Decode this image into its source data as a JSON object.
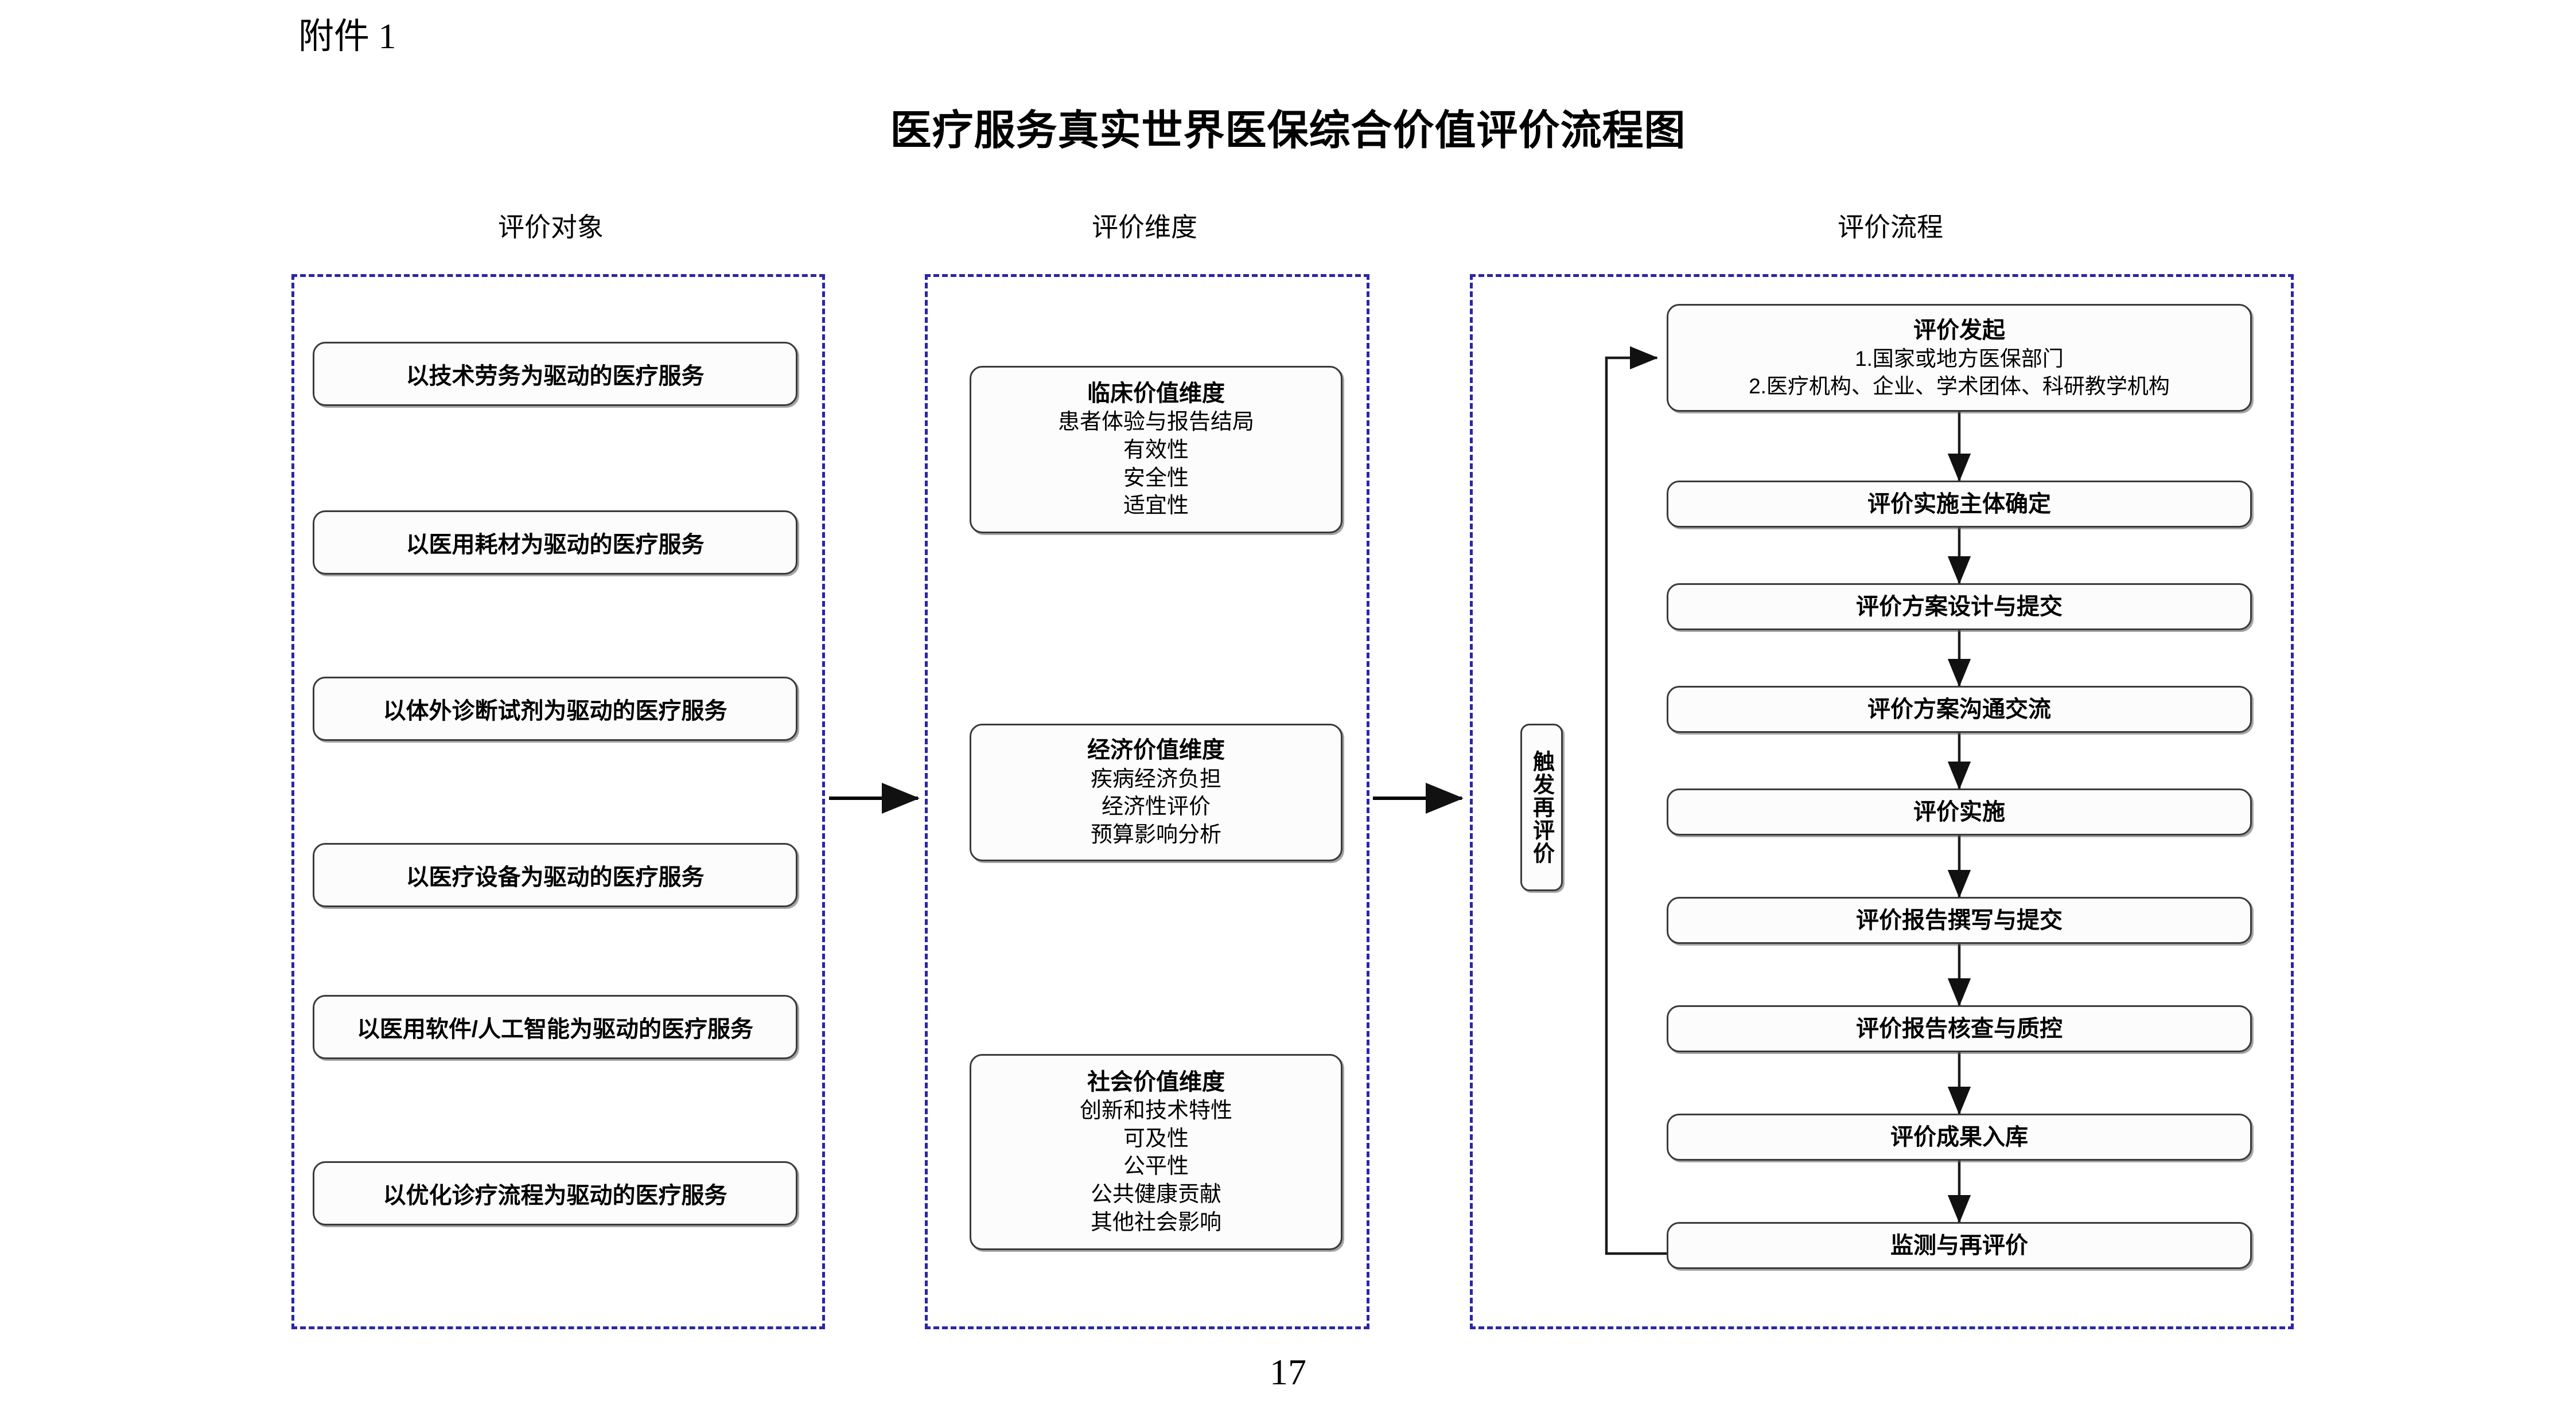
{
  "document": {
    "attachment_label": "附件 1",
    "title": "医疗服务真实世界医保综合价值评价流程图",
    "page_number": "17"
  },
  "columns": {
    "objects_header": "评价对象",
    "dimensions_header": "评价维度",
    "process_header": "评价流程"
  },
  "colors": {
    "panel_border": "#2a26a8",
    "node_border": "#3a3a3a",
    "connector": "#1b1b1b",
    "text": "#000000"
  },
  "evaluation_objects": [
    {
      "label": "以技术劳务为驱动的医疗服务"
    },
    {
      "label": "以医用耗材为驱动的医疗服务"
    },
    {
      "label": "以体外诊断试剂为驱动的医疗服务"
    },
    {
      "label": "以医疗设备为驱动的医疗服务"
    },
    {
      "label": "以医用软件/人工智能为驱动的医疗服务"
    },
    {
      "label": "以优化诊疗流程为驱动的医疗服务"
    }
  ],
  "evaluation_dimensions": [
    {
      "title": "临床价值维度",
      "items": [
        "患者体验与报告结局",
        "有效性",
        "安全性",
        "适宜性"
      ]
    },
    {
      "title": "经济价值维度",
      "items": [
        "疾病经济负担",
        "经济性评价",
        "预算影响分析"
      ]
    },
    {
      "title": "社会价值维度",
      "items": [
        "创新和技术特性",
        "可及性",
        "公平性",
        "公共健康贡献",
        "其他社会影响"
      ]
    }
  ],
  "evaluation_process": [
    {
      "title": "评价发起",
      "items": [
        "1.国家或地方医保部门",
        "2.医疗机构、企业、学术团体、科研教学机构"
      ]
    },
    {
      "title": "评价实施主体确定",
      "items": []
    },
    {
      "title": "评价方案设计与提交",
      "items": []
    },
    {
      "title": "评价方案沟通交流",
      "items": []
    },
    {
      "title": "评价实施",
      "items": []
    },
    {
      "title": "评价报告撰写与提交",
      "items": []
    },
    {
      "title": "评价报告核查与质控",
      "items": []
    },
    {
      "title": "评价成果入库",
      "items": []
    },
    {
      "title": "监测与再评价",
      "items": []
    }
  ],
  "feedback": {
    "trigger_label": "触发再评价"
  }
}
